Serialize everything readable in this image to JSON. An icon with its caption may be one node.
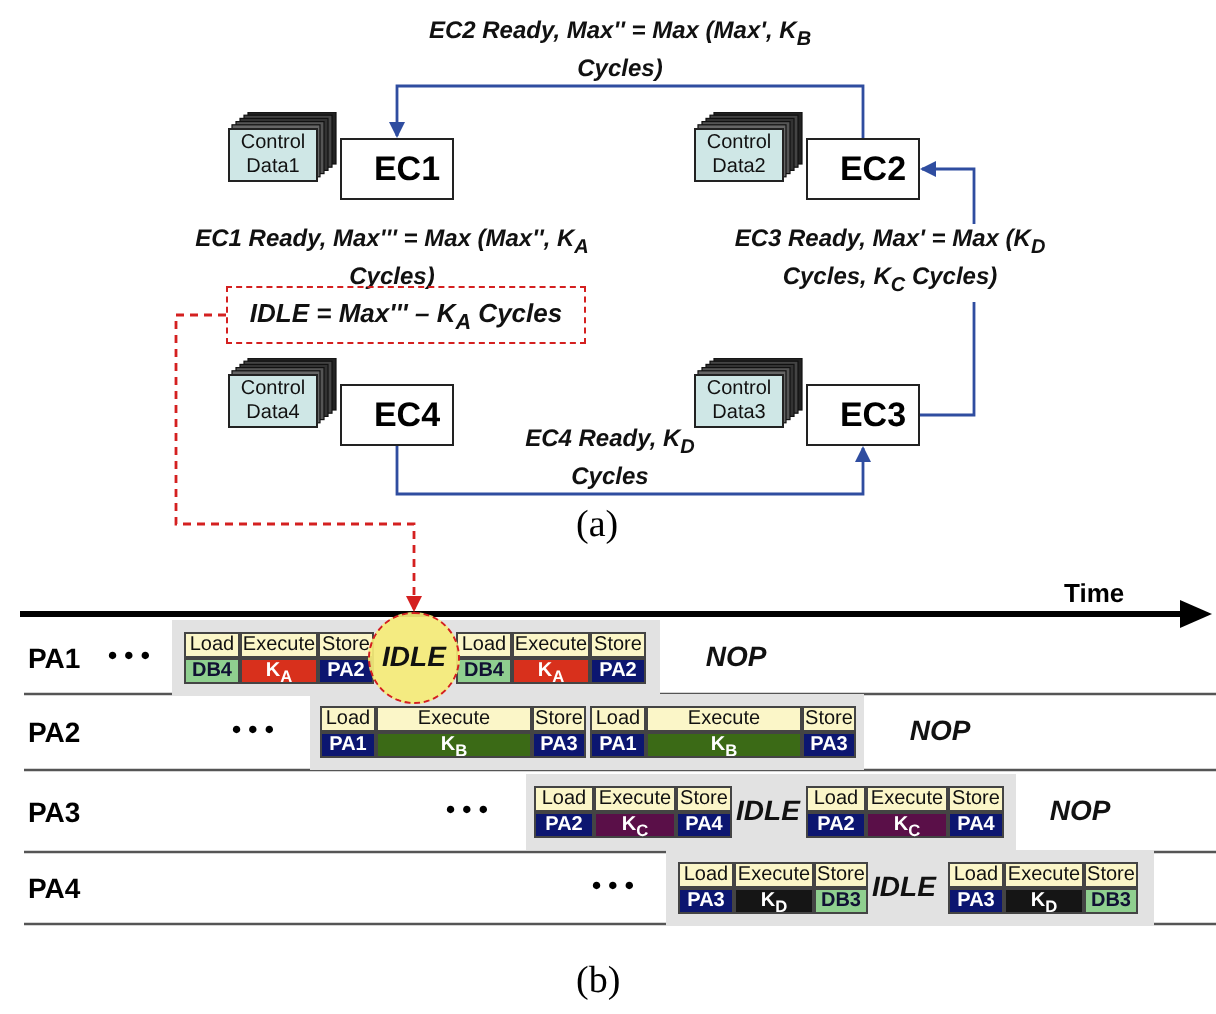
{
  "diagram": {
    "nodes": [
      {
        "text": [
          "Control Data1"
        ]
      },
      {
        "text": [
          "EC1"
        ]
      },
      {
        "text": [
          "Control Data2"
        ]
      },
      {
        "text": [
          "EC2"
        ]
      },
      {
        "text": [
          "Control Data4"
        ]
      },
      {
        "text": [
          "EC4"
        ]
      },
      {
        "text": [
          "Control Data3"
        ]
      },
      {
        "text": [
          "EC3"
        ]
      },
      {
        "text": [
          "IDLE = Max''' – K$_{A}$ Cycles"
        ]
      },
      {
        "text": [
          "IDLE"
        ]
      }
    ],
    "edges": [
      {
        "from": 3,
        "to": 1,
        "arrow": "to",
        "label": "EC2 Ready, Max'' = Max (Max', K$_{B}$ Cycles)"
      },
      {
        "from": 7,
        "to": 3,
        "arrow": "to",
        "label": "EC3 Ready, Max' = Max (K$_{D}$ Cycles, K$_{C}$ Cycles)"
      },
      {
        "from": 5,
        "to": 7,
        "arrow": "to",
        "label": "EC4 Ready, K$_{D}$ Cycles"
      },
      {
        "from": 8,
        "to": 9,
        "arrow": "to",
        "style": "dashed",
        "color": "#d42020"
      }
    ],
    "labels": [
      "EC1 Ready, Max''' = Max (Max'', K$_{A}$ Cycles)",
      "(a)",
      "Time",
      "PA1",
      "• • •",
      "Load",
      "Execute",
      "Store",
      "DB4",
      "K$_{A}$",
      "PA2",
      "Load",
      "Execute",
      "Store",
      "DB4",
      "K$_{A}$",
      "PA2",
      "NOP",
      "PA2",
      "• • •",
      "Load",
      "Execute",
      "Store",
      "PA1",
      "K$_{B}$",
      "PA3",
      "Load",
      "Execute",
      "Store",
      "PA1",
      "K$_{B}$",
      "PA3",
      "NOP",
      "PA3",
      "• • •",
      "Load",
      "Execute",
      "Store",
      "PA2",
      "K$_{C}$",
      "PA4",
      "IDLE",
      "Load",
      "Execute",
      "Store",
      "PA2",
      "K$_{C}$",
      "PA4",
      "NOP",
      "PA4",
      "• • •",
      "Load",
      "Execute",
      "Store",
      "PA3",
      "K$_{D}$",
      "DB3",
      "IDLE",
      "Load",
      "Execute",
      "Store",
      "PA3",
      "K$_{D}$",
      "DB3",
      "(b)"
    ]
  }
}
